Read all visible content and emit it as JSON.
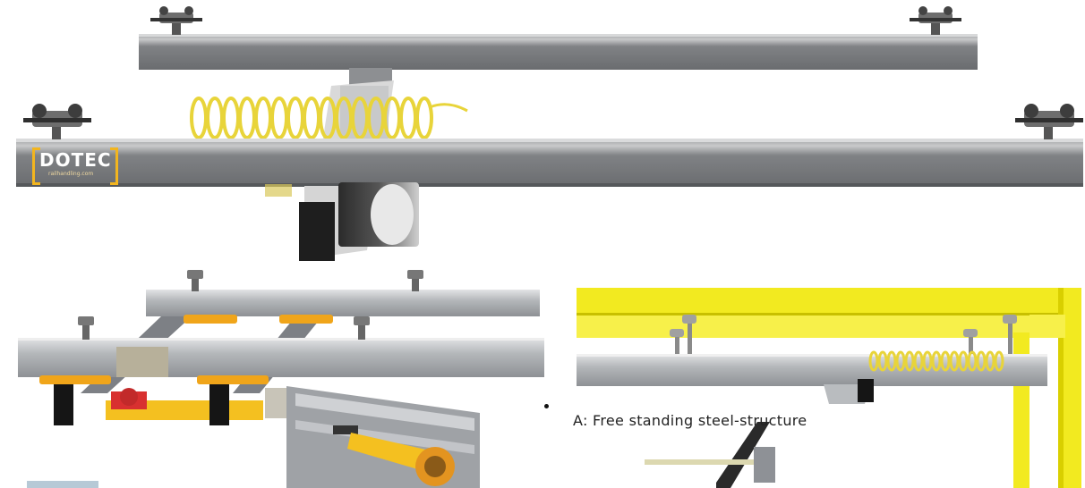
{
  "logo": {
    "word": "DOTEC",
    "subtext": "railhandling.com"
  },
  "caption": {
    "text": "A: Free standing steel-structure"
  },
  "colors": {
    "rail_gray": "#7c7f82",
    "rail_dark": "#5f6265",
    "spiral_yellow": "#e8d43a",
    "structure_yellow": "#f2ea20",
    "logo_bracket": "#f2b51f",
    "trolley_orange": "#f0a51a",
    "motor_red": "#d83030"
  }
}
